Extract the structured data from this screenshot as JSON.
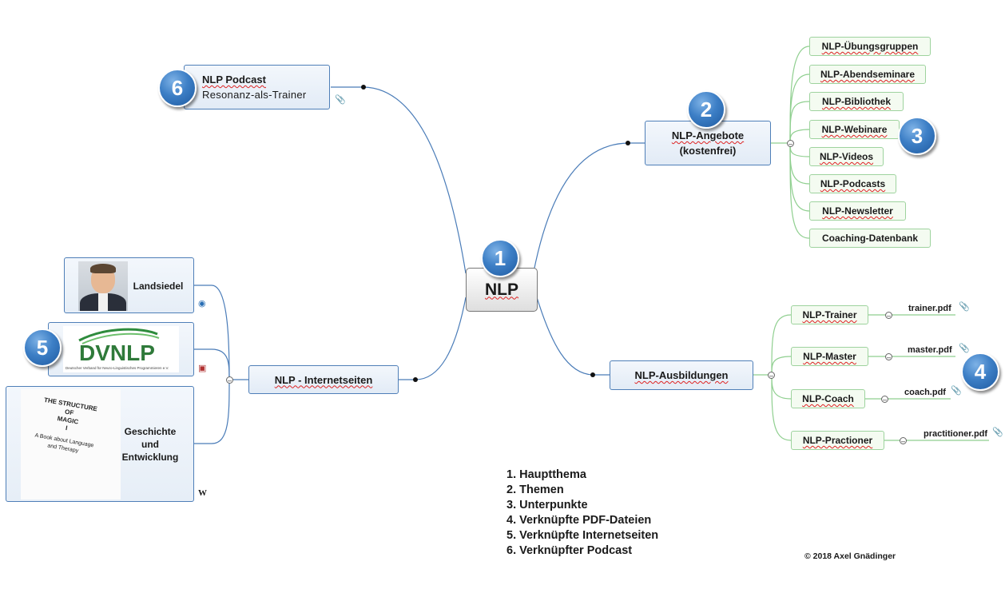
{
  "central": {
    "label": "NLP"
  },
  "badges": [
    "1",
    "2",
    "3",
    "4",
    "5",
    "6"
  ],
  "podcast": {
    "title": "NLP Podcast",
    "subtitle": "Resonanz-als-Trainer"
  },
  "angebote": {
    "label_line1": "NLP-Angebote",
    "label_line2": "(kostenfrei)",
    "items": [
      "NLP-Übungsgruppen",
      "NLP-Abendseminare",
      "NLP-Bibliothek",
      "NLP-Webinare",
      "NLP-Videos",
      "NLP-Podcasts",
      "NLP-Newsletter",
      "Coaching-Datenbank"
    ]
  },
  "ausbildungen": {
    "label": "NLP-Ausbildungen",
    "items": [
      {
        "label": "NLP-Trainer",
        "file": "trainer.pdf"
      },
      {
        "label": "NLP-Master",
        "file": "master.pdf"
      },
      {
        "label": "NLP-Coach",
        "file": "coach.pdf"
      },
      {
        "label": "NLP-Practioner",
        "file": "practitioner.pdf"
      }
    ]
  },
  "internetseiten": {
    "label": "NLP - Internetseiten",
    "items": [
      {
        "label": "Landsiedel"
      },
      {
        "label": "DVNLP",
        "tagline": "Deutscher Verband für Neuro-Linguistisches Programmieren e.V."
      },
      {
        "label_lines": [
          "Geschichte",
          "und",
          "Entwicklung"
        ],
        "book": [
          "THE STRUCTURE",
          "OF",
          "MAGIC",
          "I",
          "A Book about Language",
          "and Therapy"
        ]
      }
    ]
  },
  "legend": [
    "1. Hauptthema",
    "2. Themen",
    "3. Unterpunkte",
    "4. Verknüpfte PDF-Dateien",
    "5. Verknüpfte Internetseiten",
    "6. Verknüpfter Podcast"
  ],
  "copyright": "© 2018   Axel Gnädinger",
  "icons": {
    "attachment": "paperclip-icon",
    "collapse": "minus-circle-icon",
    "wikipedia": "W"
  },
  "colors": {
    "main_link": "#4a7cb8",
    "sub_link": "#8fcf8f",
    "badge": "#3d7fc6"
  }
}
